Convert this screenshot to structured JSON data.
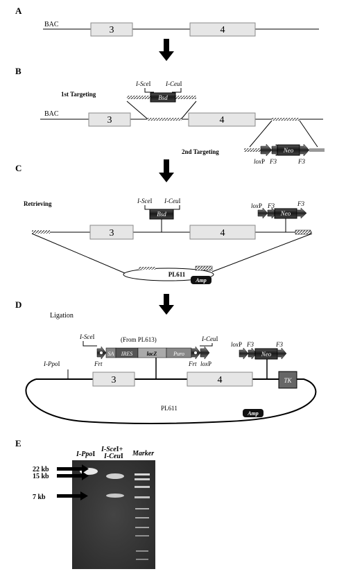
{
  "panels": {
    "a": "A",
    "b": "B",
    "c": "C",
    "d": "D",
    "e": "E"
  },
  "labels": {
    "bac": "BAC",
    "exon3": "3",
    "exon4": "4",
    "first_targeting": "1st Targeting",
    "second_targeting": "2nd Targeting",
    "retrieving": "Retrieving",
    "ligation": "Ligation",
    "isce1": "I-Sce",
    "iceu1": "I-Ceu",
    "roman_i": "I",
    "bsd": "Bsd",
    "neo": "Neo",
    "loxp_lox": "lox",
    "loxp_p": "P",
    "f3": "F3",
    "pl611": "PL611",
    "amp": "Amp",
    "from_pl613": "(From PL613)",
    "ippo1": "I-Ppo",
    "sa": "SA",
    "ires": "IRES",
    "lacz": "lacZ",
    "puro": "Puro",
    "frt": "Frt",
    "tk": "TK"
  },
  "gel": {
    "lane1": "I-Ppo",
    "lane1_suffix": "I",
    "lane2_line1": "I-Sce",
    "lane2_line1_suffix": "I+",
    "lane2_line2": "I-Ceu",
    "lane2_line2_suffix": "I",
    "lane3": "Marker",
    "size_22": "22 kb",
    "size_15": "15 kb",
    "size_7": "7 kb"
  },
  "colors": {
    "exon_fill": "#e6e6e6",
    "cassette_dark": "#333333",
    "gel_background": "#343434",
    "band": "#dcdcdc"
  }
}
